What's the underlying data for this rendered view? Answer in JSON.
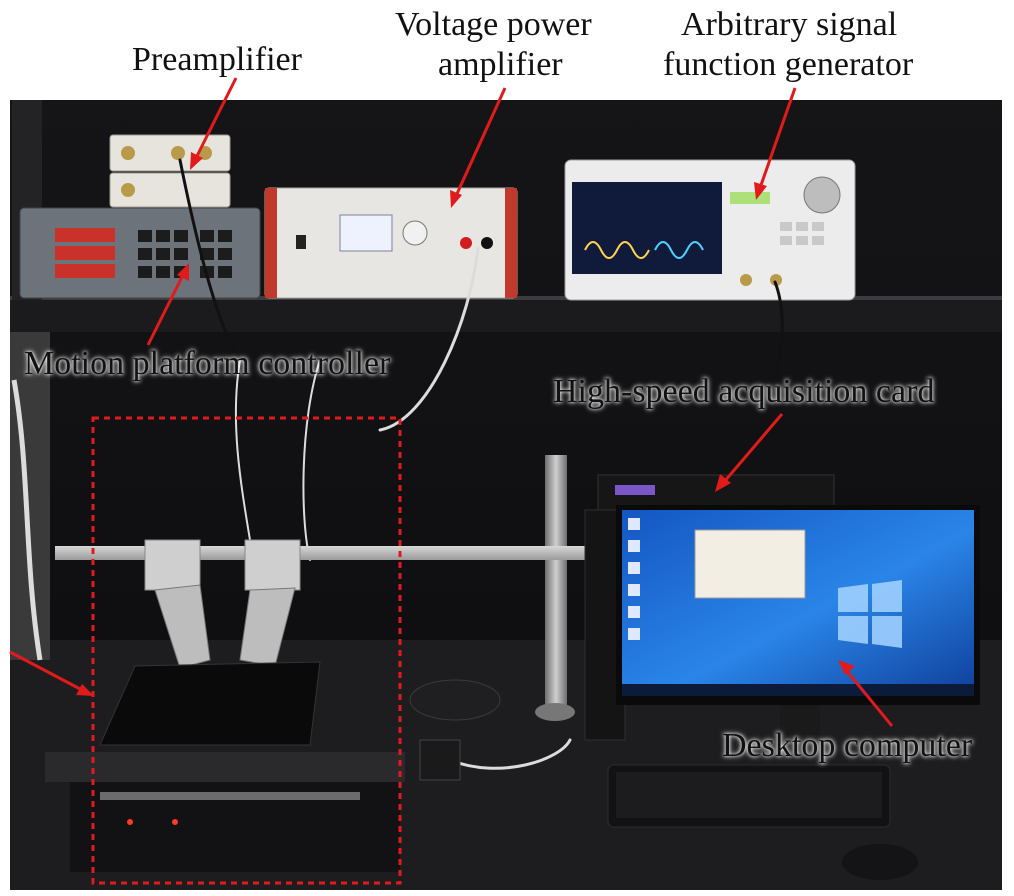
{
  "labels": {
    "preamplifier": "Preamplifier",
    "voltage_power_amplifier_line1": "Voltage power",
    "voltage_power_amplifier_line2": "amplifier",
    "arbitrary_signal_line1": "Arbitrary signal",
    "arbitrary_signal_line2": "function generator",
    "motion_platform_controller": "Motion platform controller",
    "high_speed_acquisition_card": "High-speed acquisition card",
    "desktop_computer": "Desktop computer"
  },
  "colors": {
    "arrow": "#e11b1b",
    "dashed_box": "#e11b1b",
    "background": "#ffffff",
    "desktop_screen": "#1e6fd6"
  }
}
